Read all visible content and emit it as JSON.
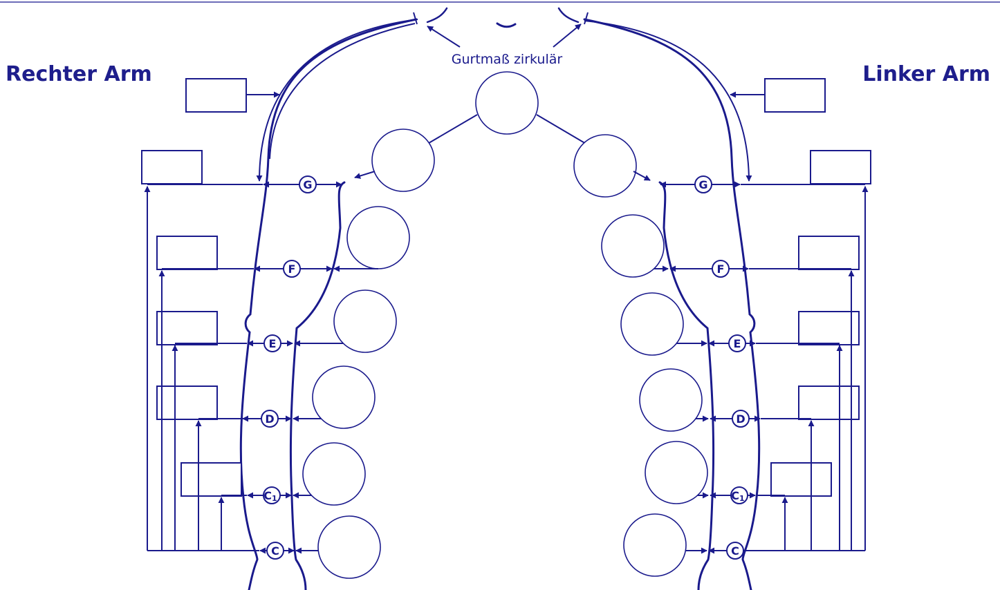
{
  "headings": {
    "right_arm": "Rechter Arm",
    "left_arm": "Linker Arm"
  },
  "top_label": "Gurtmaß zirkulär",
  "measure_levels": [
    "G",
    "F",
    "E",
    "D",
    "C1",
    "C"
  ],
  "colors": {
    "ink": "#1a1a8c",
    "heading": "#1e1e8c",
    "top_rule": "#3a3aa0",
    "background": "#ffffff"
  }
}
